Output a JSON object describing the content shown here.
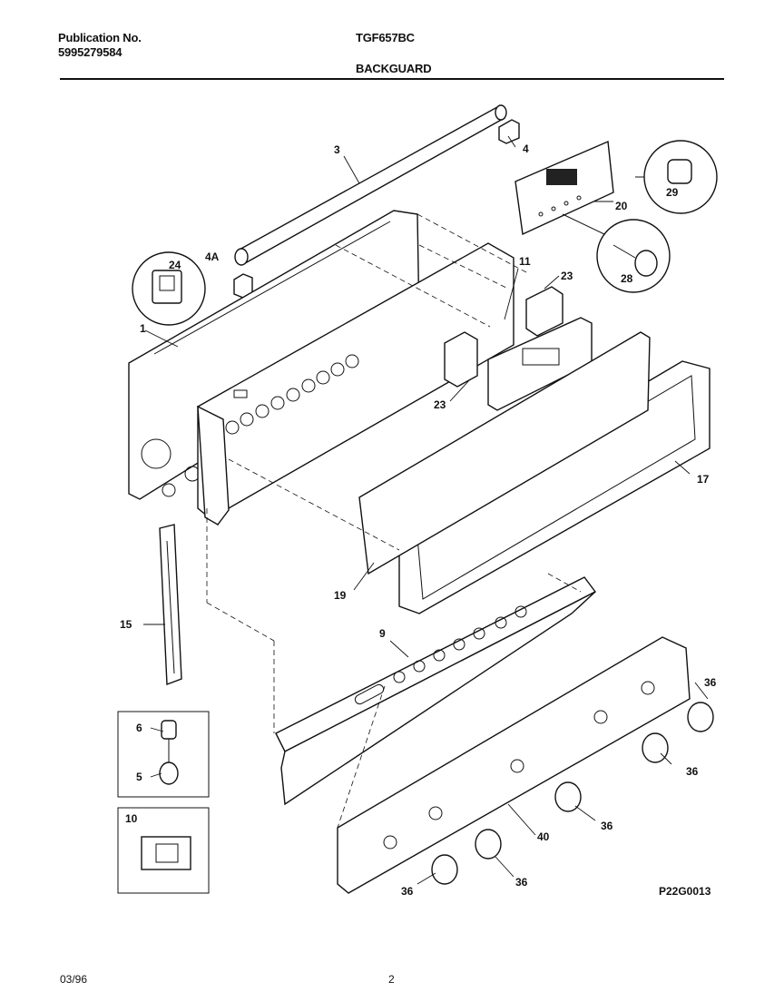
{
  "header": {
    "publication_label": "Publication No.",
    "publication_number": "5995279584",
    "model": "TGF657BC",
    "section": "BACKGUARD"
  },
  "footer": {
    "date": "03/96",
    "page": "2"
  },
  "diagram_code": "P22G0013",
  "parts": {
    "p1": "1",
    "p3": "3",
    "p4": "4",
    "p4a": "4A",
    "p5": "5",
    "p6": "6",
    "p9": "9",
    "p10": "10",
    "p11": "11",
    "p15": "15",
    "p17": "17",
    "p19": "19",
    "p20": "20",
    "p23": "23",
    "p24": "24",
    "p28": "28",
    "p29": "29",
    "p36": "36",
    "p40": "40"
  }
}
